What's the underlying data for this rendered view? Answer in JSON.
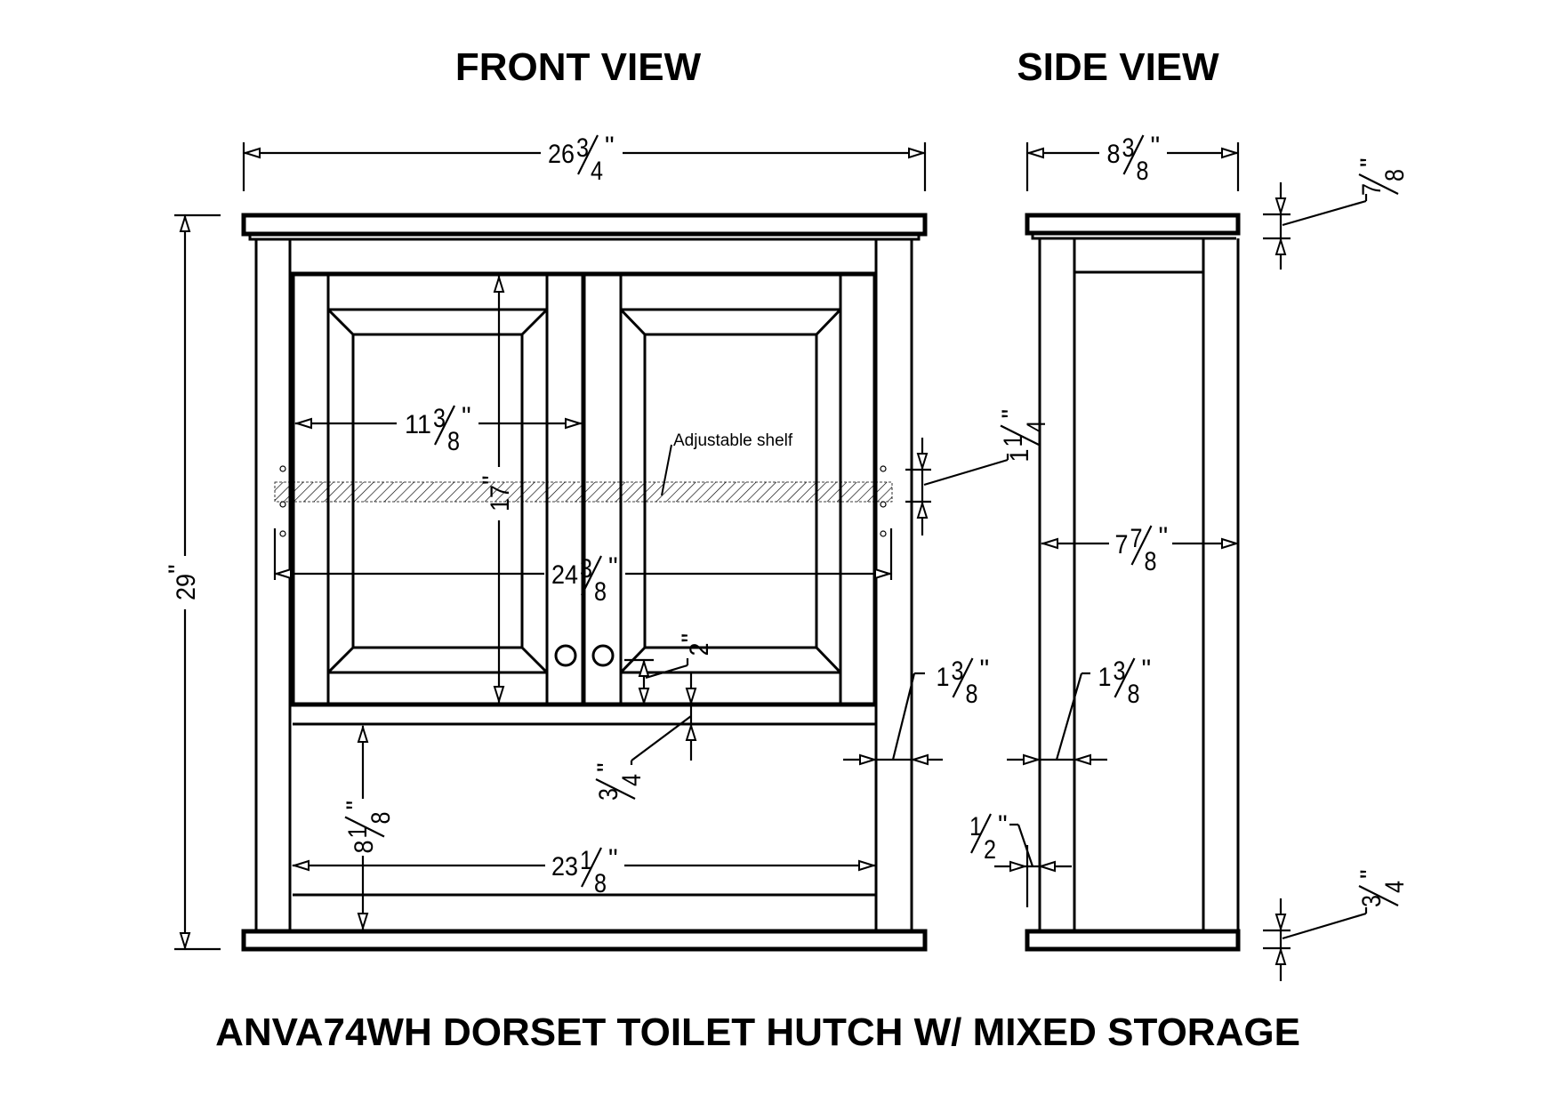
{
  "titles": {
    "front_view": "FRONT VIEW",
    "side_view": "SIDE VIEW",
    "product": "ANVA74WH DORSET TOILET HUTCH W/ MIXED STORAGE"
  },
  "front_view": {
    "overall_width": {
      "whole": "26",
      "num": "3",
      "den": "4",
      "unit": "\""
    },
    "overall_height": {
      "whole": "29",
      "num": "",
      "den": "",
      "unit": "\""
    },
    "door_width": {
      "whole": "11",
      "num": "3",
      "den": "8",
      "unit": "\""
    },
    "door_height": {
      "whole": "17",
      "num": "",
      "den": "",
      "unit": "\""
    },
    "interior_width": {
      "whole": "24",
      "num": "3",
      "den": "8",
      "unit": "\""
    },
    "knob_offset": {
      "whole": "2",
      "num": "",
      "den": "",
      "unit": "\""
    },
    "rail_thickness": {
      "whole": "",
      "num": "3",
      "den": "4",
      "unit": "\""
    },
    "open_shelf_height": {
      "whole": "8",
      "num": "1",
      "den": "8",
      "unit": "\""
    },
    "open_shelf_width": {
      "whole": "23",
      "num": "1",
      "den": "8",
      "unit": "\""
    },
    "shelf_thickness": {
      "whole": "1",
      "num": "1",
      "den": "4",
      "unit": "\""
    },
    "post_width": {
      "whole": "1",
      "num": "3",
      "den": "8",
      "unit": "\""
    },
    "shelf_note": "Adjustable shelf"
  },
  "side_view": {
    "overall_depth": {
      "whole": "8",
      "num": "3",
      "den": "8",
      "unit": "\""
    },
    "top_thickness": {
      "whole": "",
      "num": "7",
      "den": "8",
      "unit": "\""
    },
    "interior_depth": {
      "whole": "7",
      "num": "7",
      "den": "8",
      "unit": "\""
    },
    "post_width": {
      "whole": "1",
      "num": "3",
      "den": "8",
      "unit": "\""
    },
    "back_thickness": {
      "whole": "",
      "num": "1",
      "den": "2",
      "unit": "\""
    },
    "base_thickness": {
      "whole": "",
      "num": "3",
      "den": "4",
      "unit": "\""
    }
  },
  "colors": {
    "line": "#000000",
    "background": "#ffffff"
  }
}
